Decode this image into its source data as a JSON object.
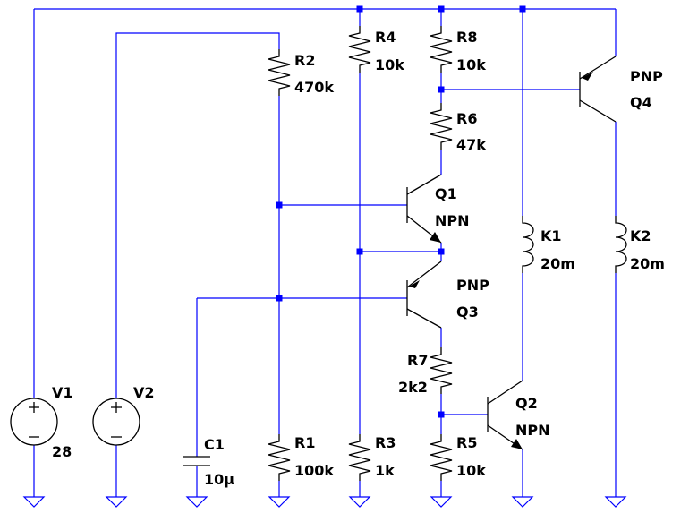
{
  "components": {
    "V1": {
      "name": "V1",
      "value": "28"
    },
    "V2": {
      "name": "V2",
      "value": ""
    },
    "C1": {
      "name": "C1",
      "value": "10µ"
    },
    "R1": {
      "name": "R1",
      "value": "100k"
    },
    "R2": {
      "name": "R2",
      "value": "470k"
    },
    "R3": {
      "name": "R3",
      "value": "1k"
    },
    "R4": {
      "name": "R4",
      "value": "10k"
    },
    "R5": {
      "name": "R5",
      "value": "10k"
    },
    "R6": {
      "name": "R6",
      "value": "47k"
    },
    "R7": {
      "name": "R7",
      "value": "2k2"
    },
    "R8": {
      "name": "R8",
      "value": "10k"
    },
    "Q1": {
      "name": "Q1",
      "type": "NPN"
    },
    "Q2": {
      "name": "Q2",
      "type": "NPN"
    },
    "Q3": {
      "name": "Q3",
      "type": "PNP"
    },
    "Q4": {
      "name": "Q4",
      "type": "PNP"
    },
    "K1": {
      "name": "K1",
      "value": "20m"
    },
    "K2": {
      "name": "K2",
      "value": "20m"
    }
  },
  "colors": {
    "wire": "#0000ff",
    "component": "#000000",
    "background": "#ffffff"
  }
}
